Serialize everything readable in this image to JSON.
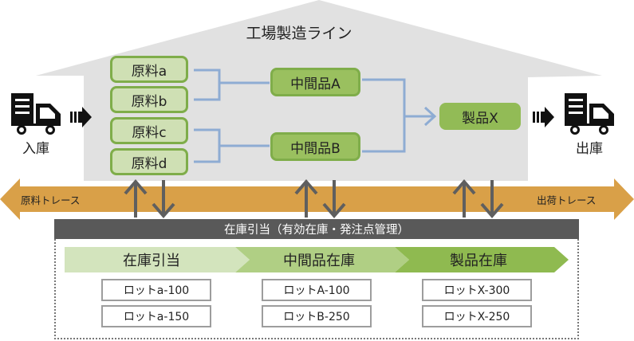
{
  "factory": {
    "title": "工場製造ライン",
    "raw_materials": [
      "原料a",
      "原料b",
      "原料c",
      "原料d"
    ],
    "intermediates": [
      "中間品A",
      "中間品B"
    ],
    "product": "製品X"
  },
  "inbound": {
    "label": "入庫",
    "icon": "truck-icon"
  },
  "outbound": {
    "label": "出庫",
    "icon": "truck-icon"
  },
  "trace": {
    "left_label": "原料トレース",
    "right_label": "出荷トレース"
  },
  "inventory": {
    "header": "在庫引当（有効在庫・発注点管理）",
    "stages": [
      {
        "label": "在庫引当",
        "lots": [
          "ロットa-100",
          "ロットa-150"
        ]
      },
      {
        "label": "中間品在庫",
        "lots": [
          "ロットA-100",
          "ロットB-250"
        ]
      },
      {
        "label": "製品在庫",
        "lots": [
          "ロットX-300",
          "ロットX-250"
        ]
      }
    ]
  },
  "colors": {
    "house": "#e1e1e1",
    "raw_fill": "#cfe0b4",
    "node_border": "#7fad4a",
    "mid_fill": "#9ac05f",
    "connector": "#8eacd3",
    "trace_band": "#d9a048",
    "stock_header": "#595959",
    "stage1": "#d3e4bd",
    "stage2": "#b0cf84",
    "stage3": "#8fba50",
    "updown_arrow": "#5f5f5f"
  }
}
